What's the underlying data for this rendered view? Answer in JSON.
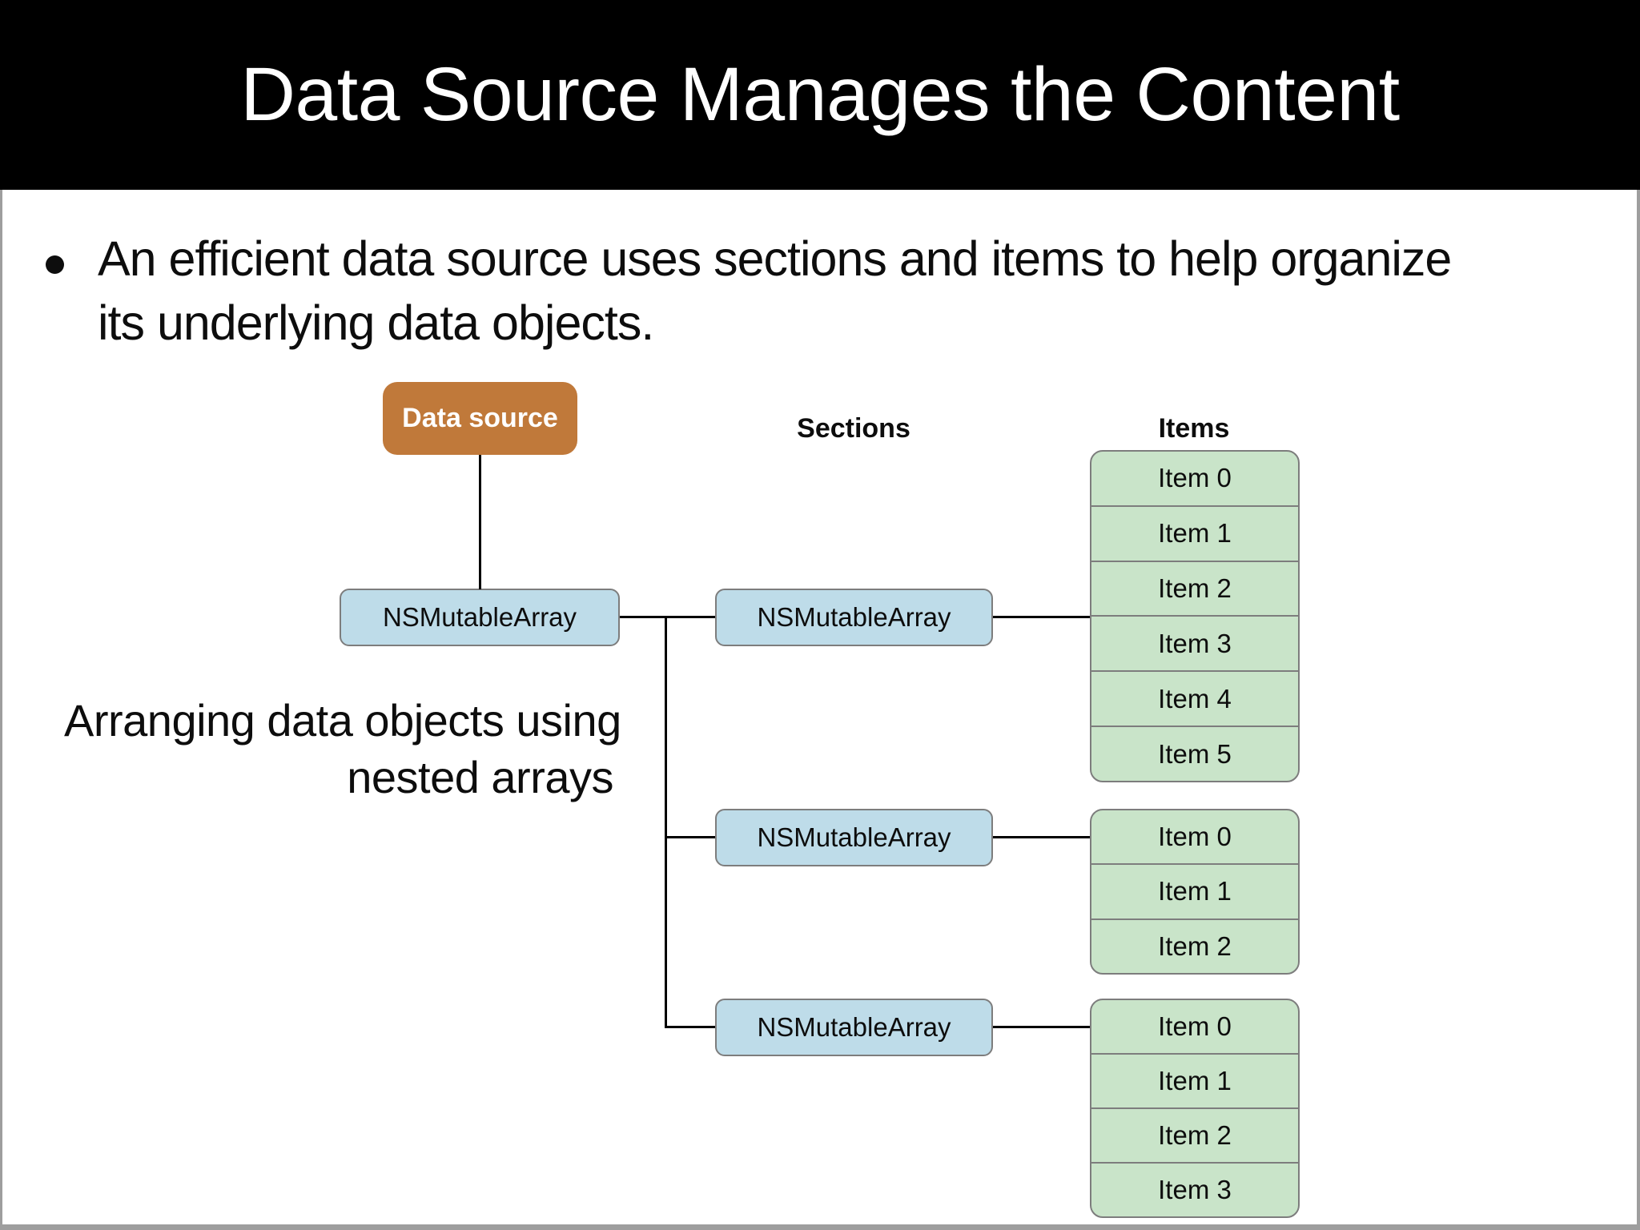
{
  "slide": {
    "title": "Data Source Manages the Content",
    "bullet": {
      "lines": [
        "An efficient data source uses sections and items to help organize",
        "its underlying data objects."
      ]
    },
    "caption": {
      "lines": [
        "Arranging data objects using",
        "nested arrays"
      ]
    }
  },
  "diagram": {
    "data_source_label": "Data source",
    "column_headers": {
      "sections": "Sections",
      "items": "Items"
    },
    "root_array_label": "NSMutableArray",
    "sections": [
      {
        "label": "NSMutableArray",
        "items": [
          "Item 0",
          "Item 1",
          "Item 2",
          "Item 3",
          "Item 4",
          "Item 5"
        ]
      },
      {
        "label": "NSMutableArray",
        "items": [
          "Item 0",
          "Item 1",
          "Item 2"
        ]
      },
      {
        "label": "NSMutableArray",
        "items": [
          "Item 0",
          "Item 1",
          "Item 2",
          "Item 3"
        ]
      }
    ],
    "colors": {
      "data_source_fill": "#c0793a",
      "data_source_text": "#ffffff",
      "array_box_fill": "#bedce9",
      "item_box_fill": "#c9e4c9",
      "box_border": "#7d7d7d",
      "connector": "#000000",
      "title_bar_bg": "#000000",
      "title_text": "#ffffff",
      "body_text": "#0d0d0d",
      "slide_bg": "#ffffff",
      "window_edge": "#9e9e9e"
    }
  }
}
